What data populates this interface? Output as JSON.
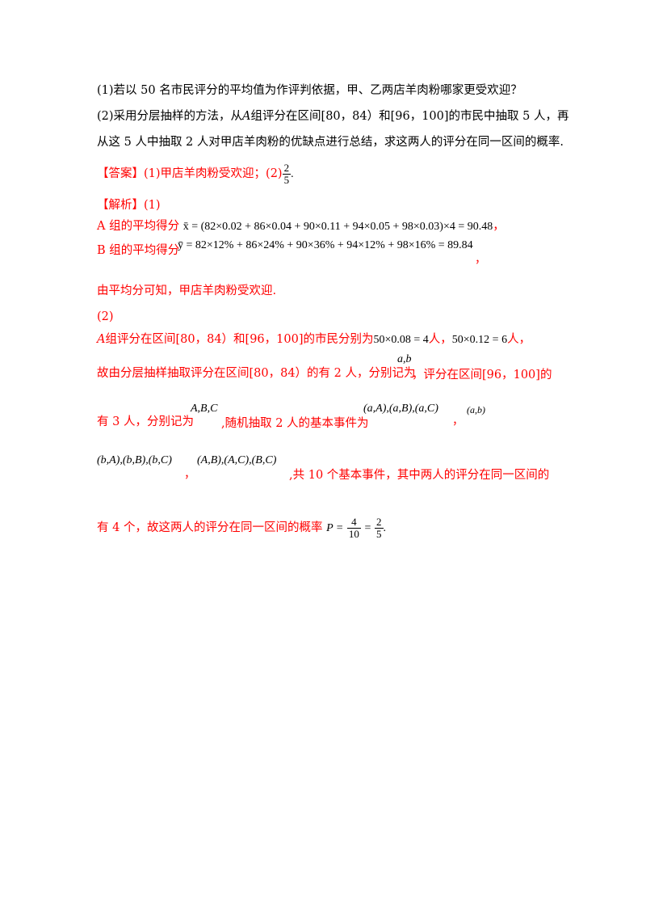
{
  "q1": "(1)若以 50 名市民评分的平均值为作评判依据，甲、乙两店羊肉粉哪家更受欢迎？",
  "q2_l1": "(2)采用分层抽样的方法，从",
  "q2_l1_var": "A",
  "q2_l1_b": "组评分在区间[80，84）和[96，100]的市民中抽取 5 人，再",
  "q2_l2": "从这 5 人中抽取 2 人对甲店羊肉粉的优缺点进行总结，求这两人的评分在同一区间的概率.",
  "answer_tag": "【答案】",
  "answer_text": "(1)甲店羊肉粉受欢迎；(2)",
  "answer_num": "2",
  "answer_den": "5",
  "answer_end": ".",
  "analysis_tag": "【解析】",
  "analysis_1": "(1)",
  "a_group_label": "A 组的平均得分",
  "a_formula": "x̄ = (82×0.02 + 86×0.04 + 90×0.11 + 94×0.05 + 98×0.03)×4 = 90.48",
  "comma1": "，",
  "b_group_label": "B 组的平均得分",
  "b_formula": "ȳ = 82×12% + 86×24% + 90×36% + 94×12% + 98×16% = 89.84",
  "comma2": "，",
  "conclusion": "由平均分可知，甲店羊肉粉受欢迎.",
  "part2": "(2)",
  "p2_l1_var": "A",
  "p2_l1_a": "组评分在区间[80，84）和[96，100]的市民分别为",
  "p2_l1_m1": "50×0.08 = 4",
  "p2_l1_ren1": "人，",
  "p2_l1_m2": "50×0.12 = 6",
  "p2_l1_ren2": "人，",
  "p2_l2_a": "故由分层抽样抽取评分在区间[80，84）的有 2 人，分别记为",
  "p2_l2_m": "a,b",
  "p2_l2_b": "，评分在区间[96，100]的",
  "p2_l3_a": "有 3 人，分别记为",
  "p2_l3_m1": "A,B,C",
  "p2_l3_b": ",随机抽取 2 人的基本事件为",
  "p2_l3_m2": "(a,A),(a,B),(a,C)",
  "p2_l3_c": "，",
  "p2_l3_m3": "(a,b)",
  "p2_l4_m1": "(b,A),(b,B),(b,C)",
  "p2_l4_a": "，",
  "p2_l4_m2": "(A,B),(A,C),(B,C)",
  "p2_l4_b": ",共 10 个基本事件，其中两人的评分在同一区间的",
  "p2_l5_a": "有 4 个，故这两人的评分在同一区间的概率",
  "p2_l5_p": "P =",
  "p2_l5_n1": "4",
  "p2_l5_d1": "10",
  "p2_l5_eq": "=",
  "p2_l5_n2": "2",
  "p2_l5_d2": "5",
  "p2_l5_end": "."
}
